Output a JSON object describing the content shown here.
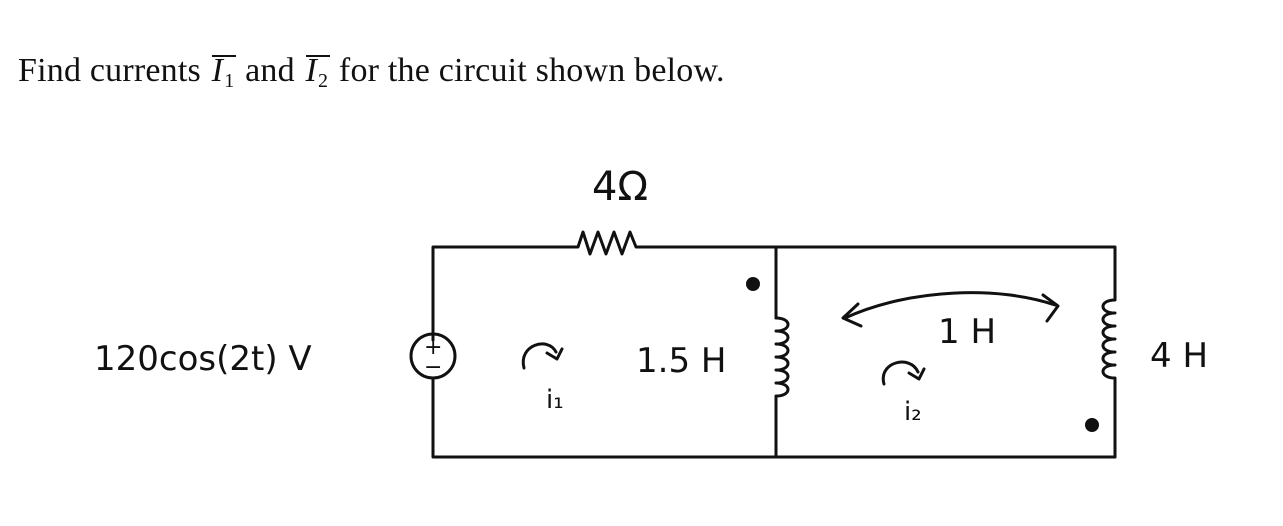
{
  "question": {
    "prefix": "Find currents ",
    "current1_symbol": "I",
    "current1_subscript": "1",
    "conjunction": " and ",
    "current2_symbol": "I",
    "current2_subscript": "2",
    "suffix": " for the circuit shown below."
  },
  "circuit": {
    "source_label": "120cos(2t) V",
    "source_polarity_plus": "+",
    "source_polarity_minus": "−",
    "resistor_label": "4Ω",
    "inductor_left_label": "1.5 H",
    "inductor_right_label": "4 H",
    "mutual_label": "1 H",
    "mesh1_label": "i₁",
    "mesh2_label": "i₂"
  }
}
